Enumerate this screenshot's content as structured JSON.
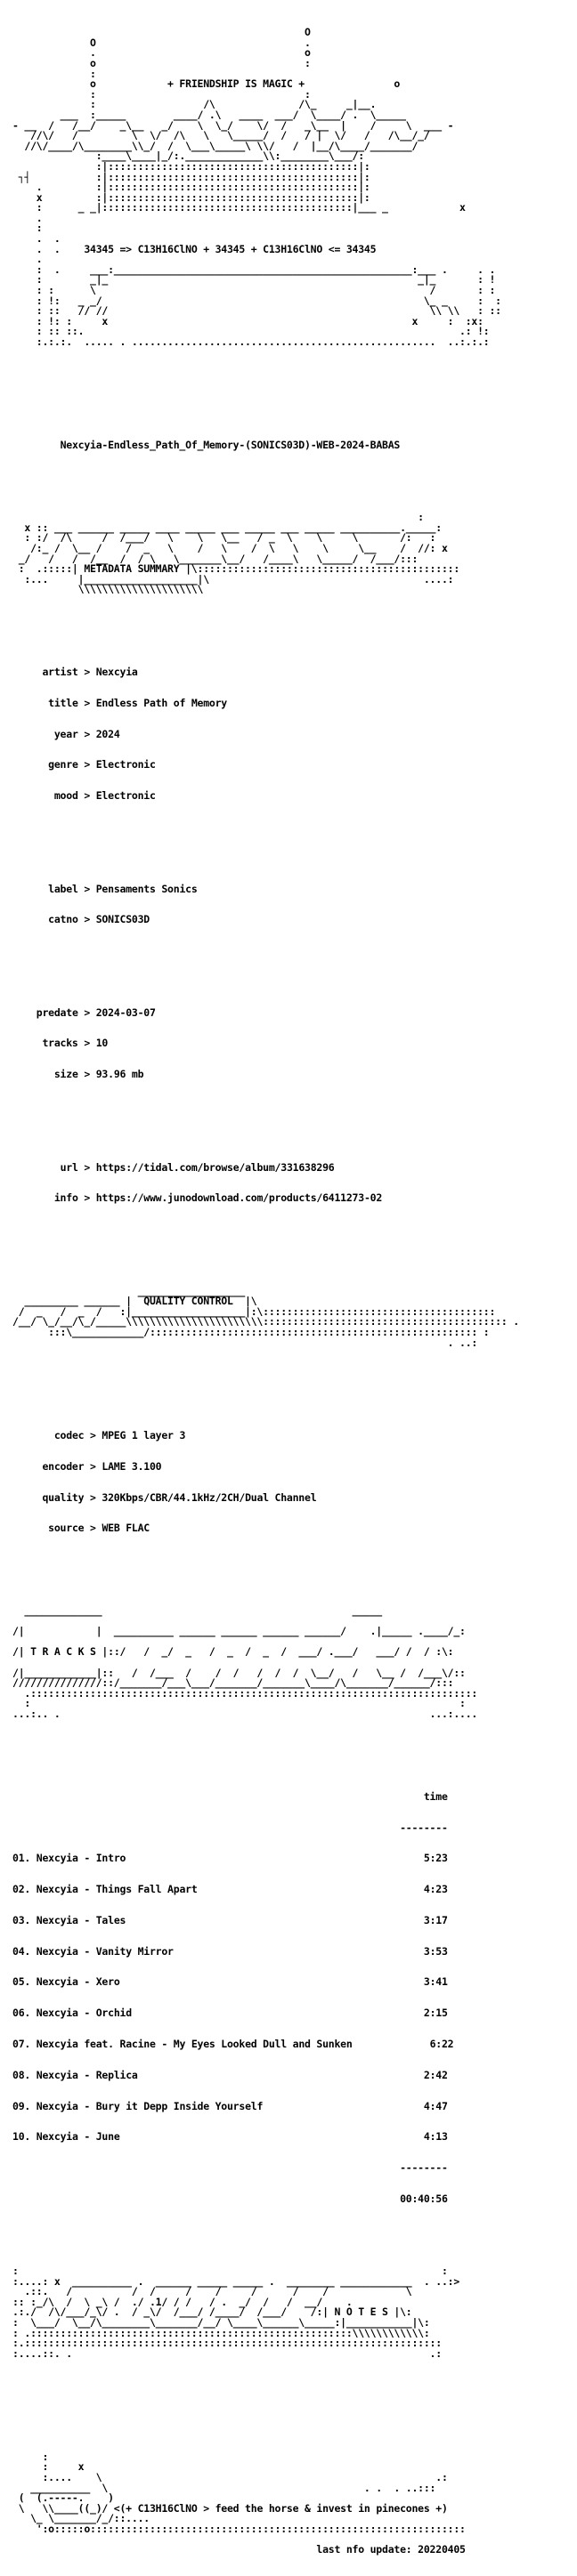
{
  "header": {
    "banner": "+ FRIENDSHIP IS MAGIC +",
    "formula_line": "34345 => C13H16ClNO + 34345 + C13H16ClNO <= 34345"
  },
  "release": {
    "name": "Nexcyia-Endless_Path_Of_Memory-(SONICS03D)-WEB-2024-BABAS"
  },
  "metadata": {
    "section_title": "METADATA SUMMARY",
    "groups": [
      [
        {
          "key": "artist",
          "value": "Nexcyia"
        },
        {
          "key": "title",
          "value": "Endless Path of Memory"
        },
        {
          "key": "year",
          "value": "2024"
        },
        {
          "key": "genre",
          "value": "Electronic"
        },
        {
          "key": "mood",
          "value": "Electronic"
        }
      ],
      [
        {
          "key": "label",
          "value": "Pensaments Sonics"
        },
        {
          "key": "catno",
          "value": "SONICS03D"
        }
      ],
      [
        {
          "key": "predate",
          "value": "2024-03-07"
        },
        {
          "key": "tracks",
          "value": "10"
        },
        {
          "key": "size",
          "value": "93.96 mb"
        }
      ],
      [
        {
          "key": "url",
          "value": "https://tidal.com/browse/album/331638296"
        },
        {
          "key": "info",
          "value": "https://www.junodownload.com/products/6411273-02"
        }
      ]
    ]
  },
  "quality": {
    "section_title": "QUALITY CONTROL",
    "rows": [
      {
        "key": "codec",
        "value": "MPEG 1 layer 3"
      },
      {
        "key": "encoder",
        "value": "LAME 3.100"
      },
      {
        "key": "quality",
        "value": "320Kbps/CBR/44.1kHz/2CH/Dual Channel"
      },
      {
        "key": "source",
        "value": "WEB FLAC"
      }
    ]
  },
  "tracks": {
    "section_title": "T R A C K S",
    "time_header": "time",
    "rule": "--------",
    "items": [
      {
        "num": "01.",
        "title": "Nexcyia - Intro",
        "time": "5:23"
      },
      {
        "num": "02.",
        "title": "Nexcyia - Things Fall Apart",
        "time": "4:23"
      },
      {
        "num": "03.",
        "title": "Nexcyia - Tales",
        "time": "3:17"
      },
      {
        "num": "04.",
        "title": "Nexcyia - Vanity Mirror",
        "time": "3:53"
      },
      {
        "num": "05.",
        "title": "Nexcyia - Xero",
        "time": "3:41"
      },
      {
        "num": "06.",
        "title": "Nexcyia - Orchid",
        "time": "2:15"
      },
      {
        "num": "07.",
        "title": "Nexcyia feat. Racine - My Eyes Looked Dull and Sunken",
        "time": "6:22"
      },
      {
        "num": "08.",
        "title": "Nexcyia - Replica",
        "time": "2:42"
      },
      {
        "num": "09.",
        "title": "Nexcyia - Bury it Depp Inside Yourself",
        "time": "4:47"
      },
      {
        "num": "10.",
        "title": "Nexcyia - June",
        "time": "4:13"
      }
    ],
    "total": "00:40:56"
  },
  "notes": {
    "section_title": "N O T E S"
  },
  "footer": {
    "tagline": "<(+ C13H16ClNO > feed the horse & invest in pinecones +)",
    "last_update": "last nfo update: 20220405"
  }
}
